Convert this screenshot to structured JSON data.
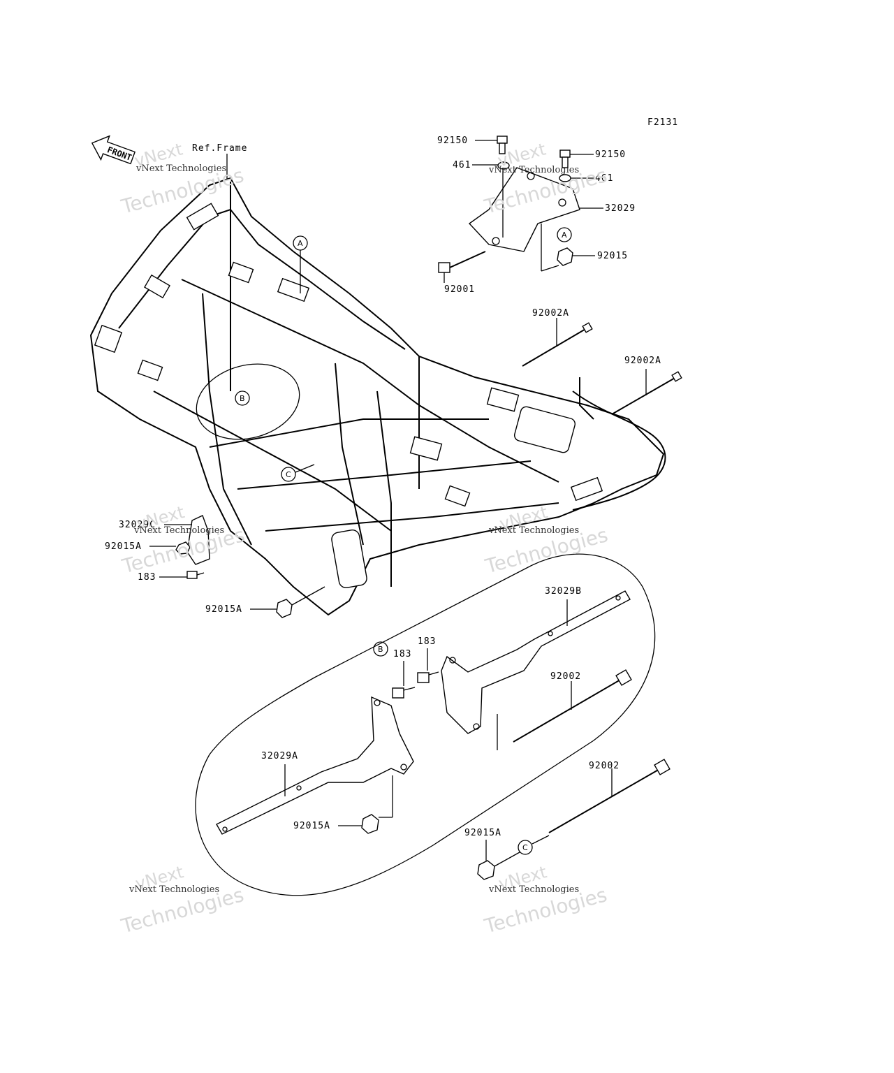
{
  "figure_code": "F2131",
  "front_label": "FRONT",
  "ref_frame_label": "Ref.Frame",
  "watermark": {
    "top": "vNext",
    "middle": "vNext Technologies",
    "bottom": "Technologies"
  },
  "callouts": {
    "A": "A",
    "B": "B",
    "C": "C"
  },
  "part_labels": {
    "p92150_left": "92150",
    "p92150_right": "92150",
    "p461_left": "461",
    "p461_right": "461",
    "p32029": "32029",
    "p92015": "92015",
    "p92001": "92001",
    "p92002A_top": "92002A",
    "p92002A_right": "92002A",
    "p32029C": "32029C",
    "p92015A_left": "92015A",
    "p183_left": "183",
    "p92015A_bottom": "92015A",
    "p32029B": "32029B",
    "p183_mid_a": "183",
    "p183_mid_b": "183",
    "p92002_mid": "92002",
    "p32029A": "32029A",
    "p92002_low": "92002",
    "p92015A_inner": "92015A",
    "p92015A_lowright": "92015A"
  }
}
